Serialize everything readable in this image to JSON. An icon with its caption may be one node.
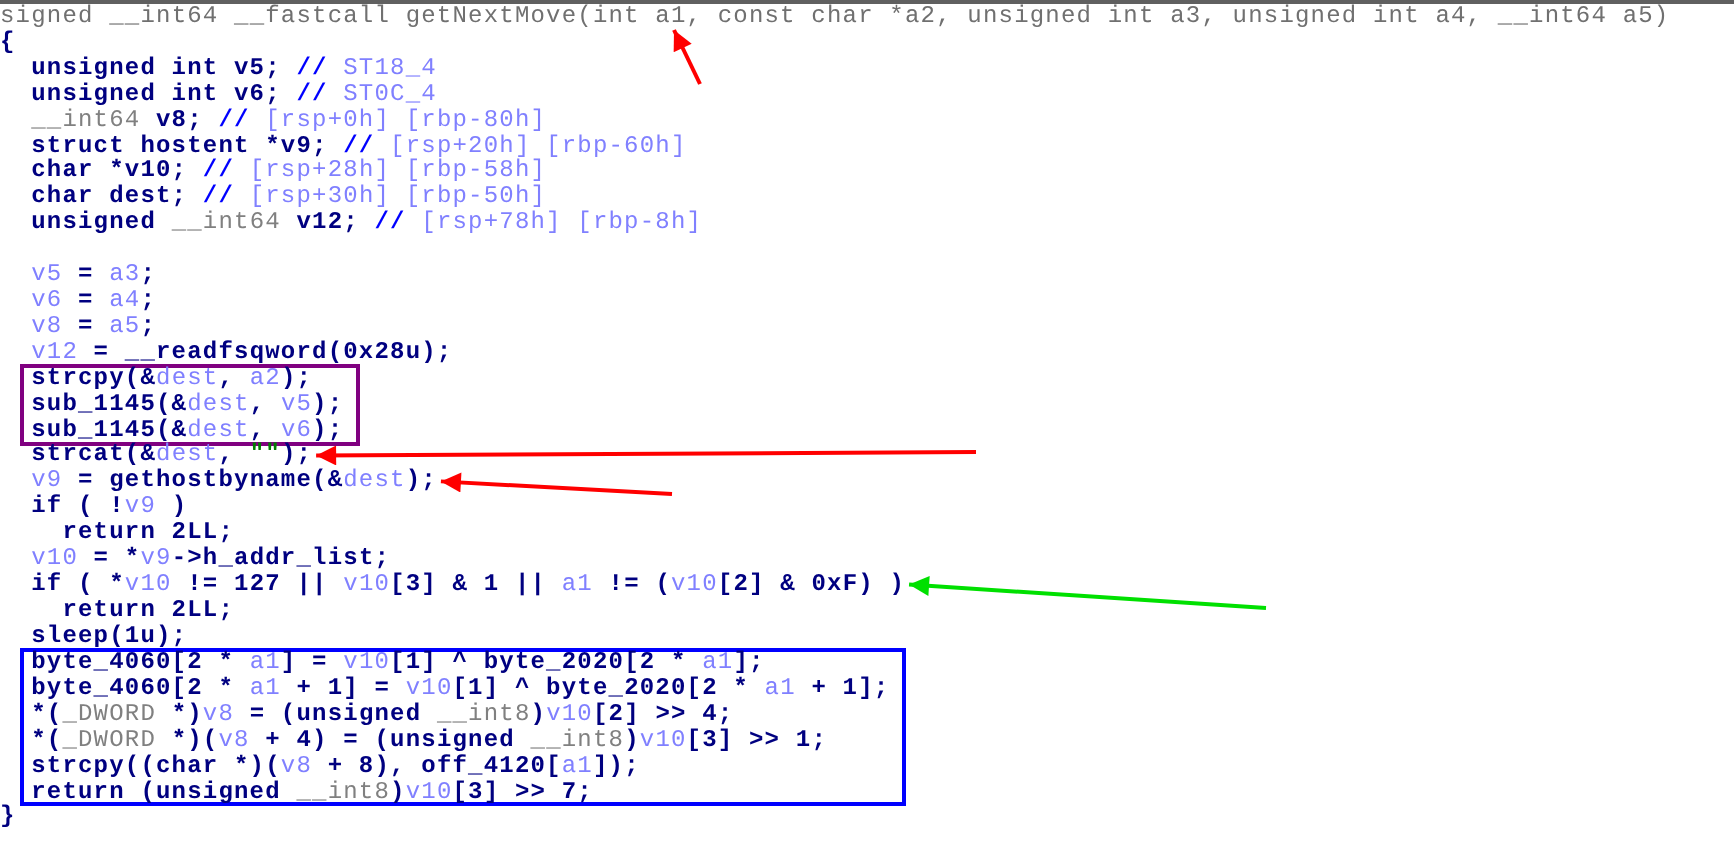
{
  "diagram": {
    "nodes": [
      {
        "text": [
          "signed __int64 __fastcall getNextMove(int a1, const char *a2, unsigned int a3, unsigned int a4, __int64 a5)"
        ]
      },
      {
        "text": [
          "strcpy(&dest, a2);",
          "sub_1145(&dest, v5);",
          "sub_1145(&dest, v6);"
        ]
      },
      {
        "text": [
          "strcat(&dest, \"\");"
        ]
      },
      {
        "text": [
          "v9 = gethostbyname(&dest);"
        ]
      },
      {
        "text": [
          "if ( *v10 != 127 || v10[3] & 1 || a1 != (v10[2] & 0xF) )"
        ]
      },
      {
        "text": [
          "byte_4060[2 * a1] = v10[1] ^ byte_2020[2 * a1];",
          "byte_4060[2 * a1 + 1] = v10[1] ^ byte_2020[2 * a1 + 1];",
          "*(_DWORD *)v8 = (unsigned __int8)v10[2] >> 4;",
          "*(_DWORD *)(v8 + 4) = (unsigned __int8)v10[3] >> 1;",
          "strcpy((char *)(v8 + 8), off_4120[a1]);",
          "return (unsigned __int8)v10[3] >> 7;"
        ]
      }
    ],
    "edges": [
      {
        "from": null,
        "to": 0,
        "arrow": "to"
      },
      {
        "from": null,
        "to": 2,
        "arrow": "to"
      },
      {
        "from": null,
        "to": 3,
        "arrow": "to"
      },
      {
        "from": null,
        "to": 4,
        "arrow": "to",
        "color": "#00e000"
      }
    ],
    "labels": [
      "{",
      "unsigned int v5; // ST18_4",
      "unsigned int v6; // ST0C_4",
      "__int64 v8; // [rsp+0h] [rbp-80h]",
      "struct hostent *v9; // [rsp+20h] [rbp-60h]",
      "char *v10; // [rsp+28h] [rbp-58h]",
      "char dest; // [rsp+30h] [rbp-50h]",
      "unsigned __int64 v12; // [rsp+78h] [rbp-8h]",
      "v5 = a3;",
      "v6 = a4;",
      "v8 = a5;",
      "v12 = __readfsqword(0x28u);",
      "if ( !v9 )",
      "return 2LL;",
      "v10 = *v9->h_addr_list;",
      "return 2LL;",
      "sleep(1u);",
      "}"
    ]
  }
}
